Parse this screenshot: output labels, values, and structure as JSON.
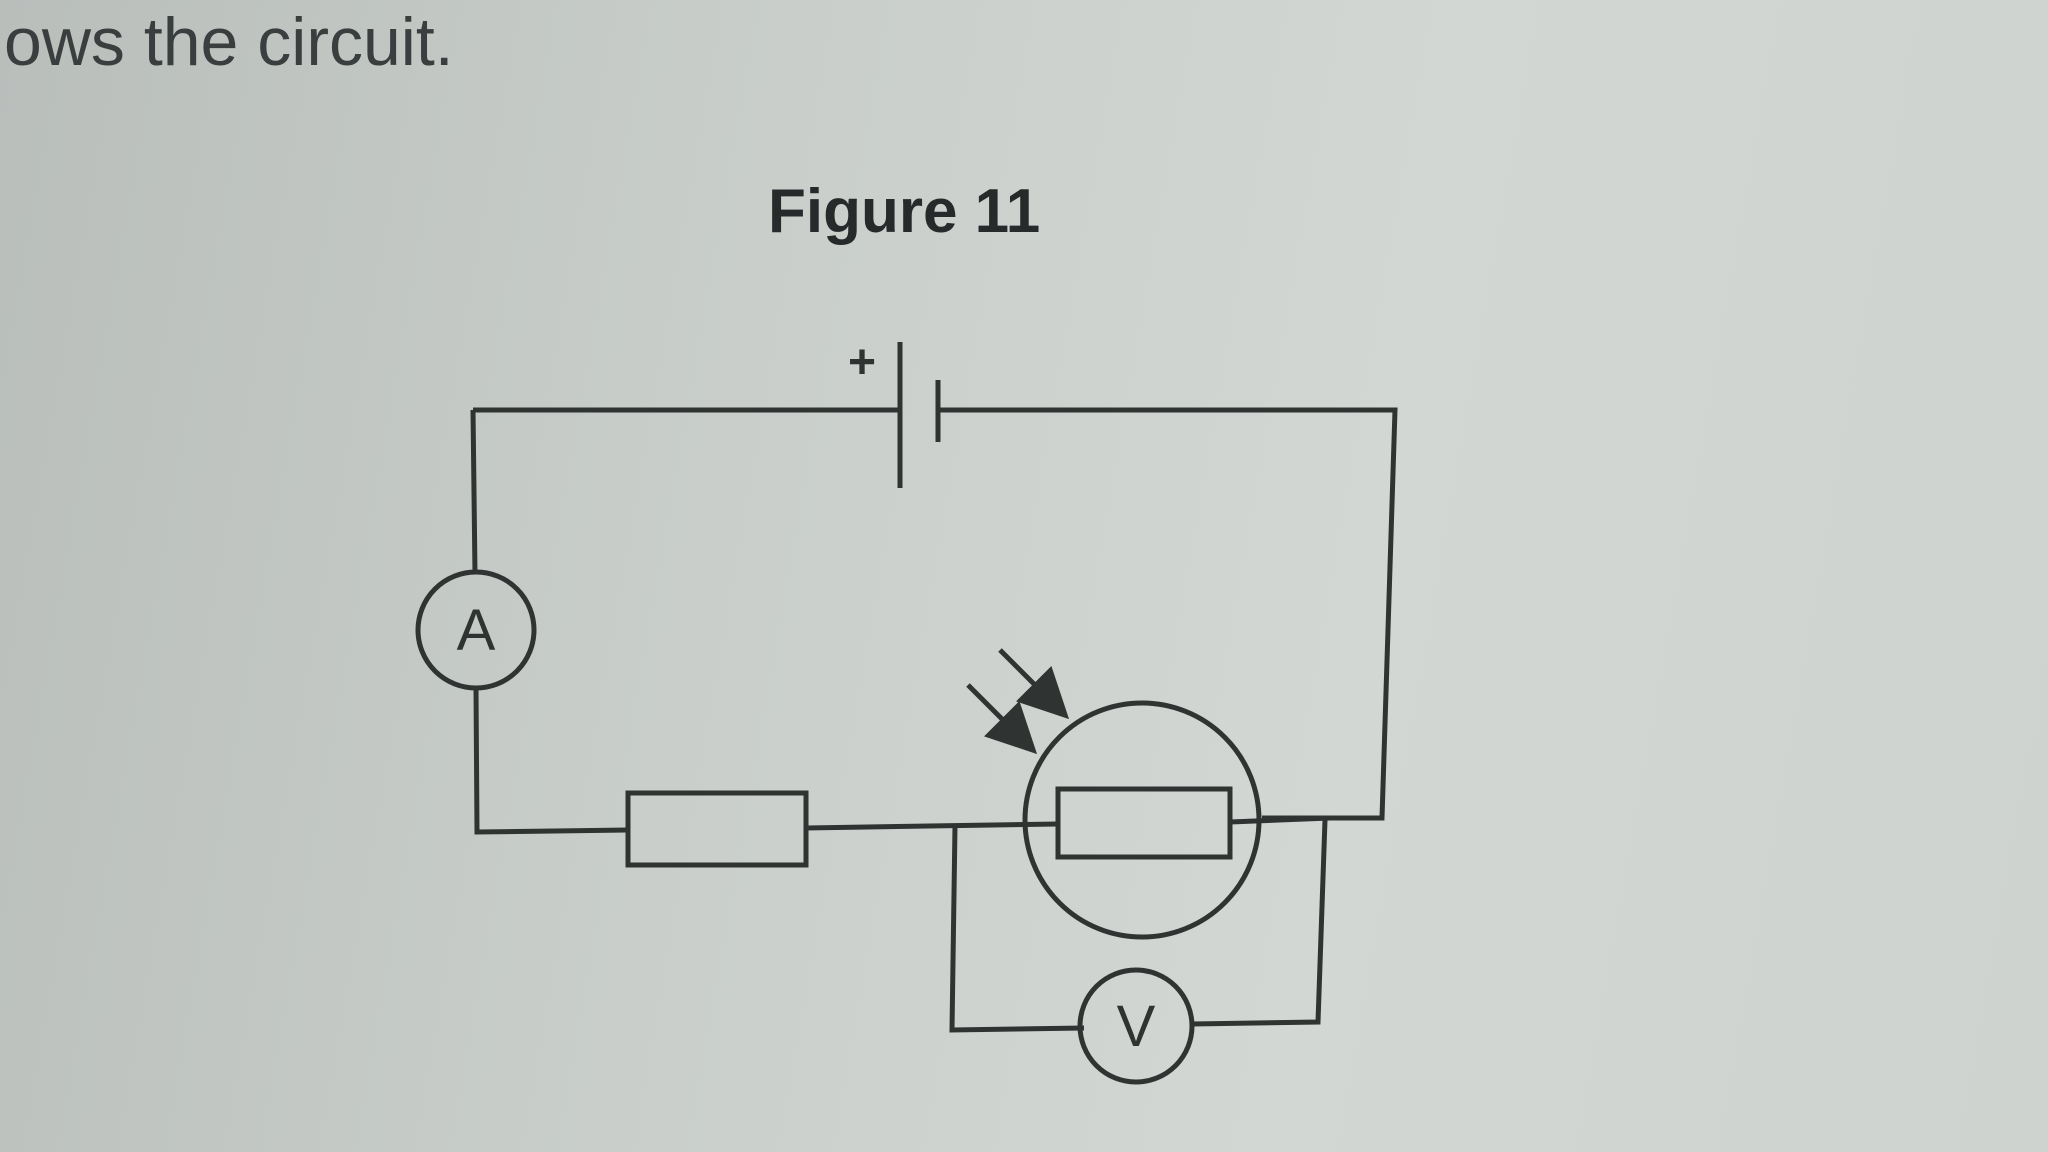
{
  "text": {
    "intro": "ows the circuit.",
    "figure_title": "Figure 11"
  },
  "circuit": {
    "battery_polarity_label": "+",
    "ammeter_label": "A",
    "voltmeter_label": "V",
    "components": [
      "cell",
      "ammeter",
      "fixed-resistor",
      "light-dependent-resistor",
      "voltmeter"
    ]
  }
}
